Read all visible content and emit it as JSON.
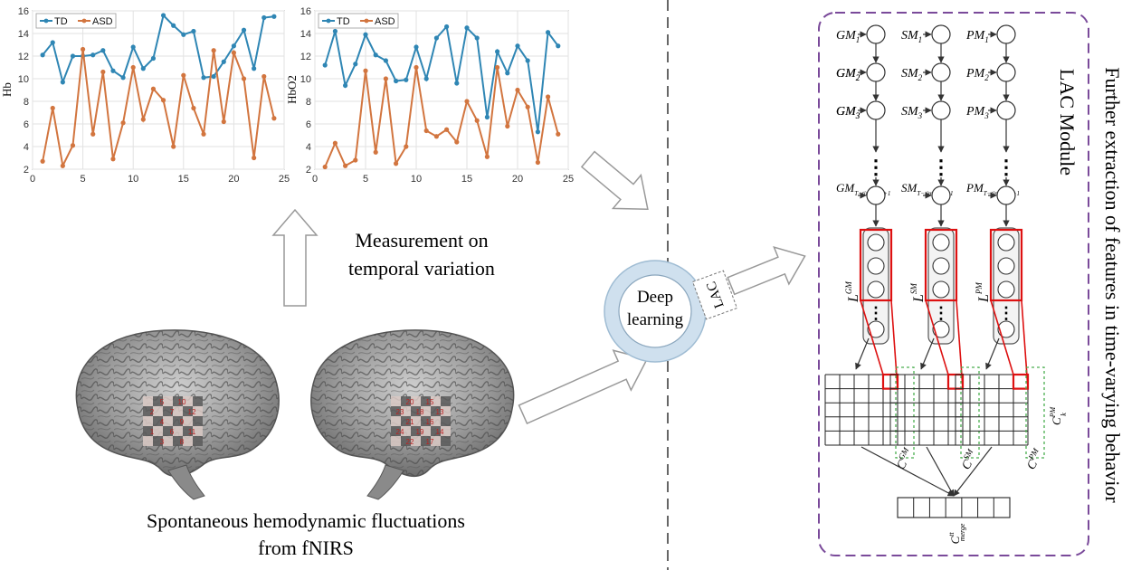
{
  "chart_data": [
    {
      "type": "line",
      "ylabel": "Hb",
      "xlim": [
        0,
        25
      ],
      "ylim": [
        2,
        16
      ],
      "xticks": [
        "0",
        "5",
        "10",
        "15",
        "20",
        "25"
      ],
      "yticks": [
        "2",
        "4",
        "6",
        "8",
        "10",
        "12",
        "14",
        "16"
      ],
      "legend": "top-left",
      "series": [
        {
          "name": "TD",
          "color": "#2f86b4",
          "x": [
            1,
            2,
            3,
            4,
            5,
            6,
            7,
            8,
            9,
            10,
            11,
            12,
            13,
            14,
            15,
            16,
            17,
            18,
            19,
            20,
            21,
            22,
            23,
            24
          ],
          "values": [
            12.1,
            13.2,
            9.7,
            12.0,
            12.0,
            12.1,
            12.5,
            10.7,
            10.1,
            12.8,
            10.9,
            11.8,
            15.6,
            14.7,
            13.9,
            14.2,
            10.1,
            10.2,
            11.5,
            12.9,
            14.3,
            10.9,
            15.4,
            15.5
          ]
        },
        {
          "name": "ASD",
          "color": "#d2753f",
          "x": [
            1,
            2,
            3,
            4,
            5,
            6,
            7,
            8,
            9,
            10,
            11,
            12,
            13,
            14,
            15,
            16,
            17,
            18,
            19,
            20,
            21,
            22,
            23,
            24
          ],
          "values": [
            2.7,
            7.4,
            2.3,
            4.1,
            12.6,
            5.1,
            10.6,
            2.9,
            6.1,
            11.0,
            6.4,
            9.1,
            8.1,
            4.0,
            10.3,
            7.4,
            5.1,
            12.5,
            6.2,
            12.3,
            10.0,
            3.0,
            10.2,
            6.5
          ]
        }
      ]
    },
    {
      "type": "line",
      "ylabel": "HbO2",
      "xlim": [
        0,
        25
      ],
      "ylim": [
        2,
        16
      ],
      "xticks": [
        "0",
        "5",
        "10",
        "15",
        "20",
        "25"
      ],
      "yticks": [
        "2",
        "4",
        "6",
        "8",
        "10",
        "12",
        "14",
        "16"
      ],
      "legend": "top-left",
      "series": [
        {
          "name": "TD",
          "color": "#2f86b4",
          "x": [
            1,
            2,
            3,
            4,
            5,
            6,
            7,
            8,
            9,
            10,
            11,
            12,
            13,
            14,
            15,
            16,
            17,
            18,
            19,
            20,
            21,
            22,
            23,
            24
          ],
          "values": [
            11.2,
            14.2,
            9.4,
            11.3,
            13.9,
            12.1,
            11.6,
            9.8,
            9.9,
            12.8,
            10.0,
            13.6,
            14.6,
            9.6,
            14.5,
            13.6,
            6.6,
            12.4,
            10.5,
            12.9,
            11.6,
            5.3,
            14.1,
            12.9
          ]
        },
        {
          "name": "ASD",
          "color": "#d2753f",
          "x": [
            1,
            2,
            3,
            4,
            5,
            6,
            7,
            8,
            9,
            10,
            11,
            12,
            13,
            14,
            15,
            16,
            17,
            18,
            19,
            20,
            21,
            22,
            23,
            24
          ],
          "values": [
            2.2,
            4.3,
            2.3,
            2.8,
            10.7,
            3.5,
            10.0,
            2.5,
            4.0,
            11.0,
            5.4,
            4.9,
            5.5,
            4.4,
            8.0,
            6.3,
            3.1,
            11.0,
            5.8,
            9.0,
            7.5,
            2.6,
            8.4,
            5.1
          ]
        }
      ]
    }
  ],
  "labels": {
    "measurement_line1": "Measurement on",
    "measurement_line2": "temporal variation",
    "fnirs_line1": "Spontaneous hemodynamic fluctuations",
    "fnirs_line2": "from fNIRS",
    "deep_line1": "Deep",
    "deep_line2": "learning",
    "lac_tag": "LAC",
    "lac_module": "LAC Module",
    "vertical_caption": "Further extraction of features in time-varying behavior"
  },
  "brain_left_channels": [
    "5",
    "10",
    "2",
    "7",
    "12",
    "4",
    "9",
    "1",
    "6",
    "11",
    "3",
    "8"
  ],
  "brain_right_channels": [
    "20",
    "15",
    "23",
    "18",
    "13",
    "21",
    "16",
    "24",
    "19",
    "14",
    "22",
    "17"
  ],
  "lac": {
    "columns": [
      {
        "prefix": "GM",
        "rows": [
          "GM",
          "GM",
          "GM"
        ],
        "subs": [
          "1",
          "2",
          "3"
        ],
        "last_sub": "T−timestep+1",
        "layer": "GM",
        "out": "GM"
      },
      {
        "prefix": "SM",
        "rows": [
          "SM",
          "SM",
          "SM"
        ],
        "subs": [
          "1",
          "2",
          "3"
        ],
        "last_sub": "T−timestep+1",
        "layer": "SM",
        "out": "SM"
      },
      {
        "prefix": "PM",
        "rows": [
          "PM",
          "PM",
          "PM"
        ],
        "subs": [
          "1",
          "2",
          "3"
        ],
        "last_sub": "T−timestep+1",
        "layer": "PM",
        "out": "PM"
      }
    ],
    "layer_letter": "L",
    "conv_letter": "C",
    "dilated_label_main": "C",
    "dilated_label_sup": "PM",
    "dilated_label_sub": "k",
    "merge_main": "C",
    "merge_sup": "tt",
    "merge_sub": "merge",
    "ellipsis": "⋮"
  }
}
